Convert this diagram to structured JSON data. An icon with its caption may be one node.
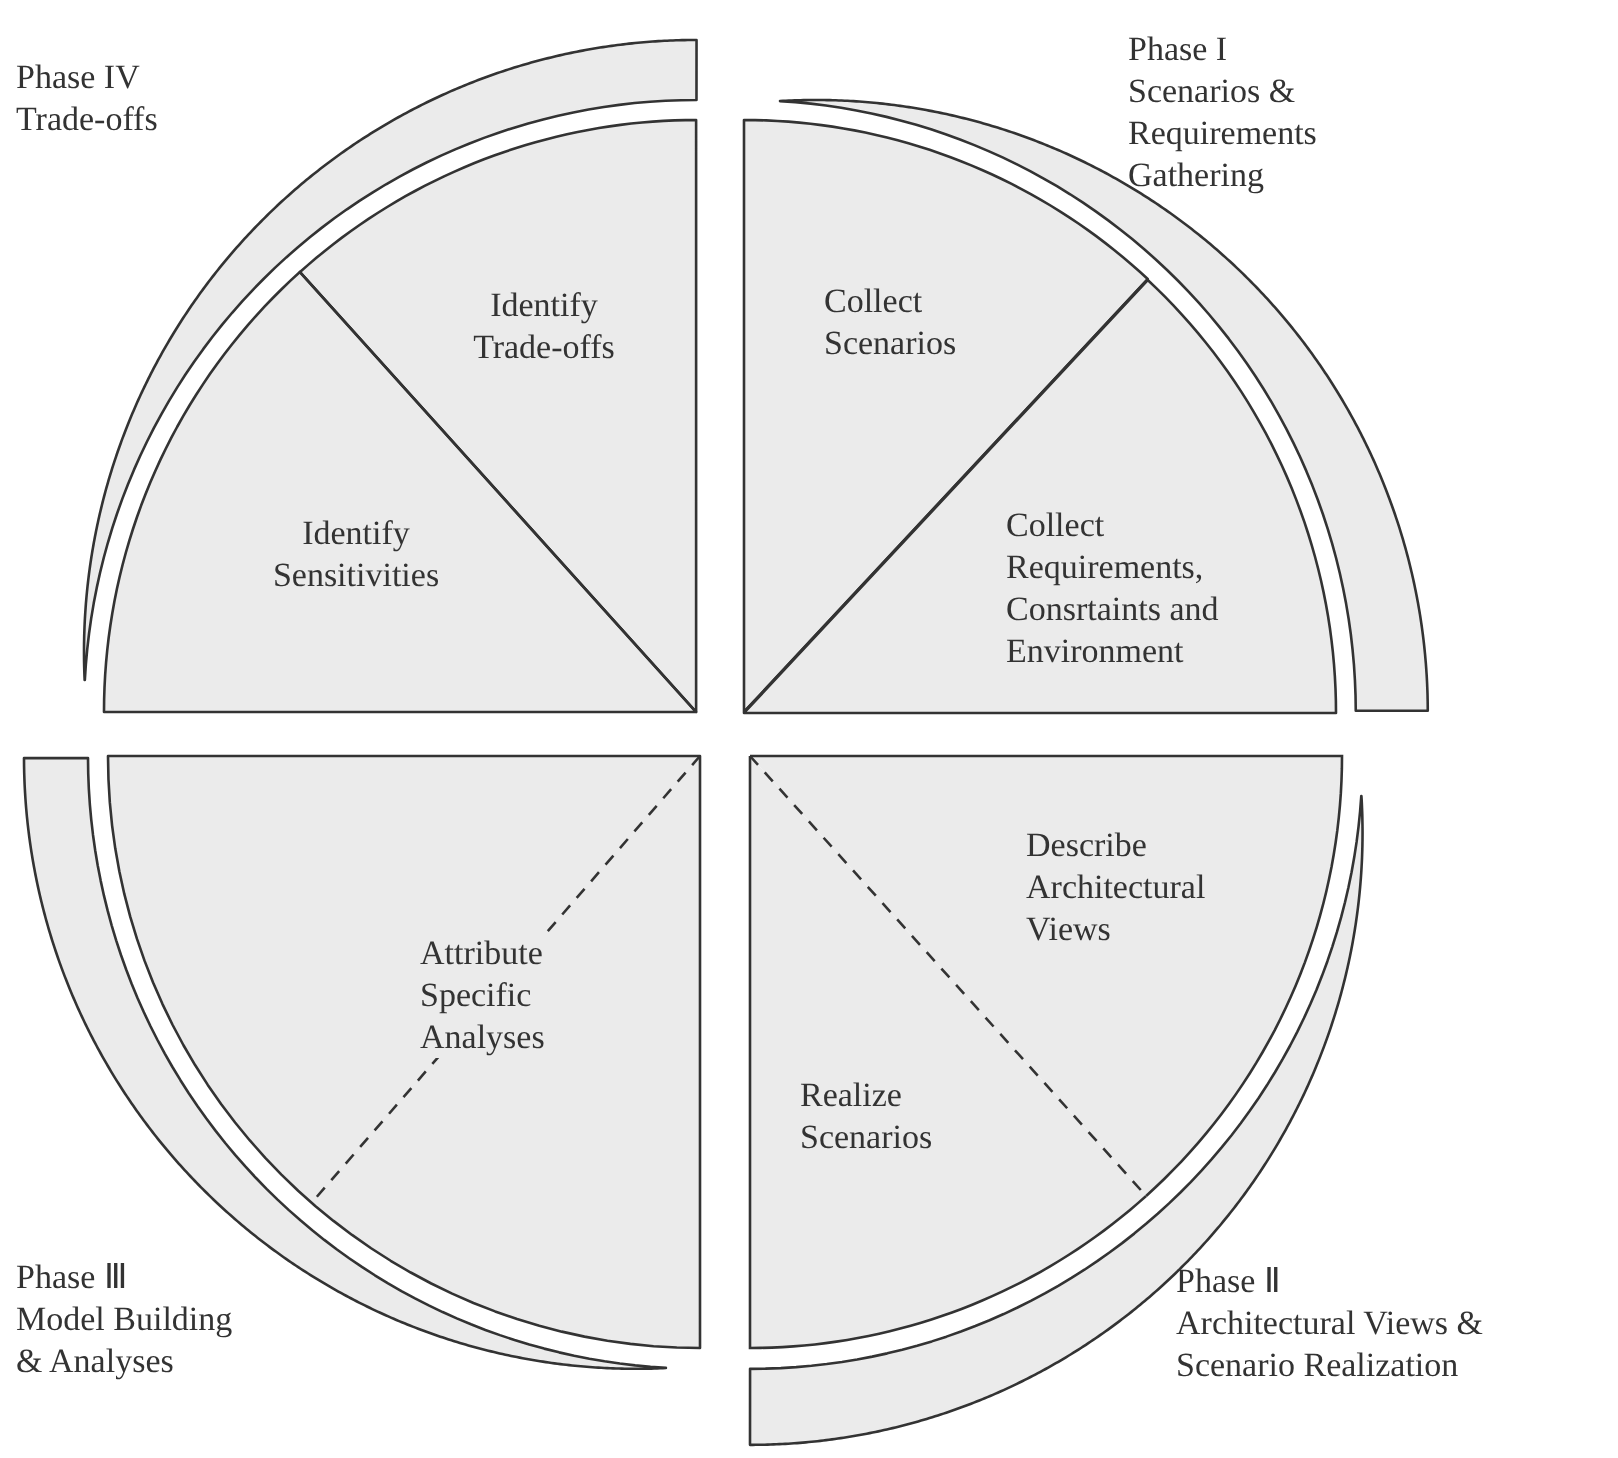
{
  "diagram": {
    "nodes": [
      {
        "text": [],
        "shape": "band",
        "beside": [
          "Phase IV",
          "Trade-offs"
        ]
      },
      {
        "text": [],
        "shape": "band",
        "beside": [
          "Phase I",
          "Scenarios & Requirements Gathering"
        ]
      },
      {
        "text": [
          "Identify Trade-offs"
        ]
      },
      {
        "text": [
          "Collect Scenarios"
        ]
      },
      {
        "text": [
          "Identify Sensitivities"
        ]
      },
      {
        "text": [
          "Collect Requirements, Consrtaints and Environment"
        ]
      },
      {
        "text": [
          "Describe Architectural Views"
        ]
      },
      {
        "text": [
          "Attribute Specific Analyses"
        ]
      },
      {
        "text": [
          "Realize Scenarios"
        ]
      },
      {
        "text": [],
        "shape": "band",
        "beside": [
          "Phase Ⅲ",
          "Model Building & Analyses"
        ]
      },
      {
        "text": [],
        "shape": "band",
        "beside": [
          "Phase Ⅱ",
          "Architectural Views & Scenario Realization"
        ]
      }
    ]
  }
}
